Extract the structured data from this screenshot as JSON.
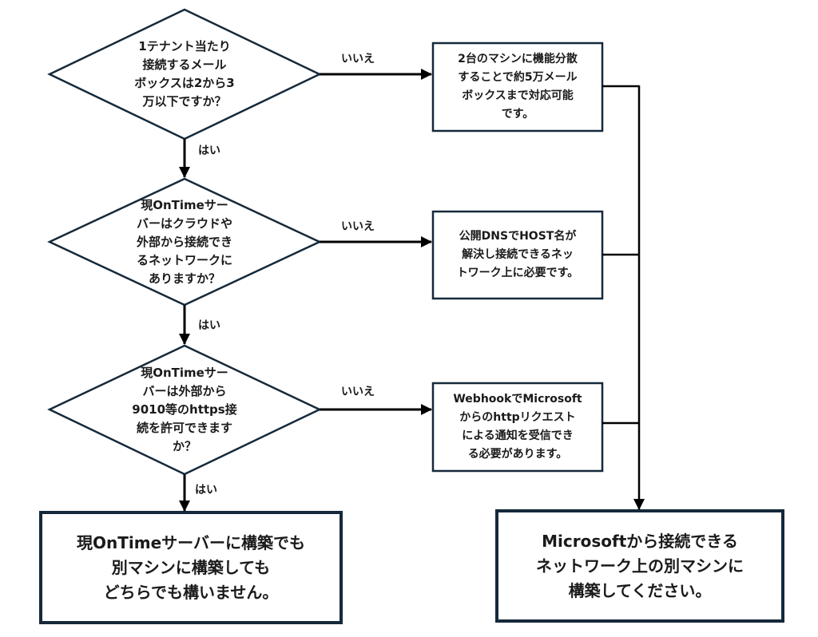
{
  "colors": {
    "shape_stroke": "#15293a",
    "connector": "#000000",
    "background": "#ffffff"
  },
  "decisions": [
    {
      "id": "q1",
      "text": "1テナント当たり\n接続するメール\nボックスは2から3\n万以下ですか？"
    },
    {
      "id": "q2",
      "text": "現OnTimeサー\nバーはクラウドや\n外部から接続でき\nるネットワークに\nありますか？"
    },
    {
      "id": "q3",
      "text": "現OnTimeサー\nバーは外部から\n9010等のhttps接\n続を許可できます\nか？"
    }
  ],
  "notes": [
    {
      "id": "n1",
      "text": "2台のマシンに機能分散\nすることで約5万メール\nボックスまで対応可能\nです。"
    },
    {
      "id": "n2",
      "text": "公開DNSでHOST名が\n解決し接続できるネッ\nトワーク上に必要です。"
    },
    {
      "id": "n3",
      "text": "WebhookでMicrosoft\nからのhttpリクエスト\nによる通知を受信でき\nる必要があります。"
    }
  ],
  "terminals": [
    {
      "id": "t-yes",
      "text": "現OnTimeサーバーに構築でも\n別マシンに構築しても\nどちらでも構いません。"
    },
    {
      "id": "t-no",
      "text": "Microsoftから接続できる\nネットワーク上の別マシンに\n構築してください。"
    }
  ],
  "edge_labels": {
    "yes": "はい",
    "no": "いいえ"
  }
}
